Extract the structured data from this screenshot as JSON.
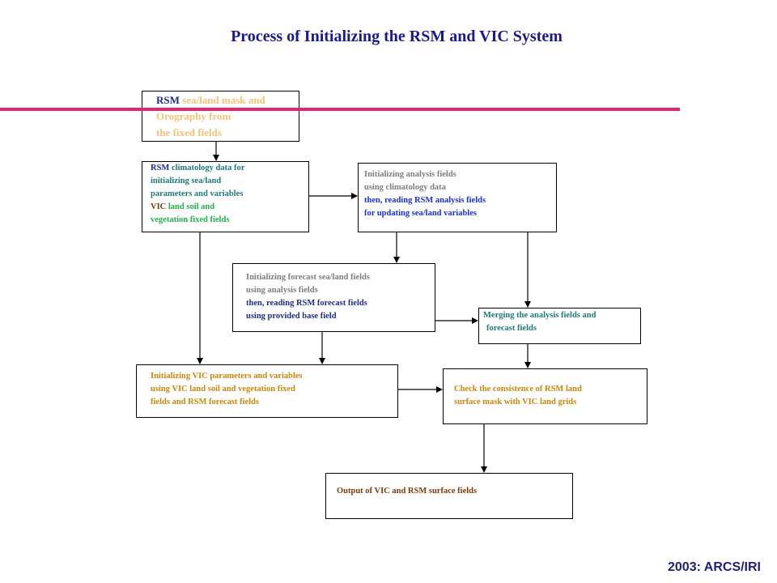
{
  "title": "Process of Initializing the RSM and VIC System",
  "footer": "2003: ARCS/IRI",
  "colors": {
    "navy": "#1f2d8a",
    "blue": "#1a2fd0",
    "teal": "#1d7a7a",
    "green": "#22b04a",
    "orange": "#c8860a",
    "peach": "#f5c27a",
    "gray": "#7d7d7d",
    "brown": "#7a3b0c",
    "pink": "#e0266e"
  },
  "boxes": {
    "orography": {
      "l1a": "RSM",
      "l1b": "sea/land mask and",
      "l2": "Orography from",
      "l3": "the fixed fields"
    },
    "climatology": {
      "l1a": "RSM",
      "l1b": "climatology data for",
      "l2": "initializing sea/land",
      "l3": "parameters and variables",
      "l4a": "VIC",
      "l4b": "land soil and",
      "l5": "vegetation fixed fields"
    },
    "analysis": {
      "l1": "Initializing analysis fields",
      "l2": "using climatology data",
      "l3": "then, reading RSM analysis fields",
      "l4": "for updating sea/land variables"
    },
    "forecast": {
      "l1": "Initializing forecast sea/land fields",
      "l2": "using analysis fields",
      "l3": "then, reading RSM forecast fields",
      "l4": "using provided base field"
    },
    "merging": {
      "l1": "Merging the analysis fields and",
      "l2": "forecast fields"
    },
    "vic_init": {
      "l1": "Initializing VIC parameters and variables",
      "l2": "using VIC land soil and vegetation fixed",
      "l3": "fields and RSM forecast fields"
    },
    "check": {
      "l1": "Check the consistence of RSM land",
      "l2": "surface mask with VIC land grids"
    },
    "output": {
      "l1": "Output of VIC and RSM surface fields"
    }
  }
}
